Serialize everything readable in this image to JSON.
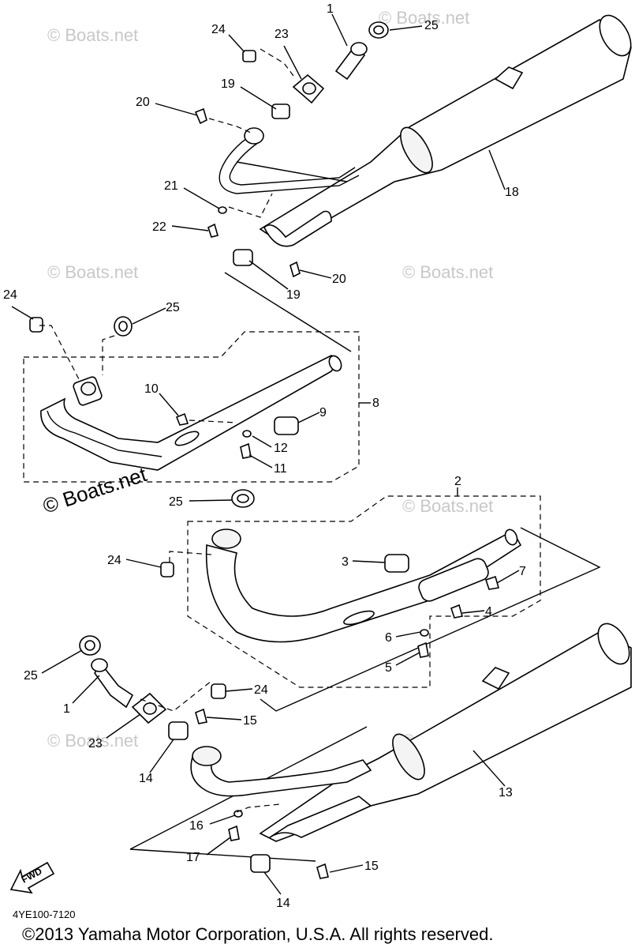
{
  "watermark": "© Boats.net",
  "diagram_code": "4YE100-7120",
  "copyright": "©2013 Yamaha Motor Corporation, U.S.A. All rights reserved.",
  "fwd_label": "FWD",
  "callouts": {
    "c1a": "1",
    "c25a": "25",
    "c24a": "24",
    "c23a": "23",
    "c19a": "19",
    "c20a": "20",
    "c18": "18",
    "c21": "21",
    "c22": "22",
    "c20b": "20",
    "c19b": "19",
    "c24b": "24",
    "c25b": "25",
    "c10": "10",
    "c9": "9",
    "c8": "8",
    "c12": "12",
    "c11": "11",
    "c2": "2",
    "c25c": "25",
    "c24c": "24",
    "c3": "3",
    "c7": "7",
    "c4": "4",
    "c6": "6",
    "c5": "5",
    "c25d": "25",
    "c1b": "1",
    "c24d": "24",
    "c15a": "15",
    "c23b": "23",
    "c14a": "14",
    "c13": "13",
    "c16": "16",
    "c17": "17",
    "c15b": "15",
    "c14b": "14"
  }
}
